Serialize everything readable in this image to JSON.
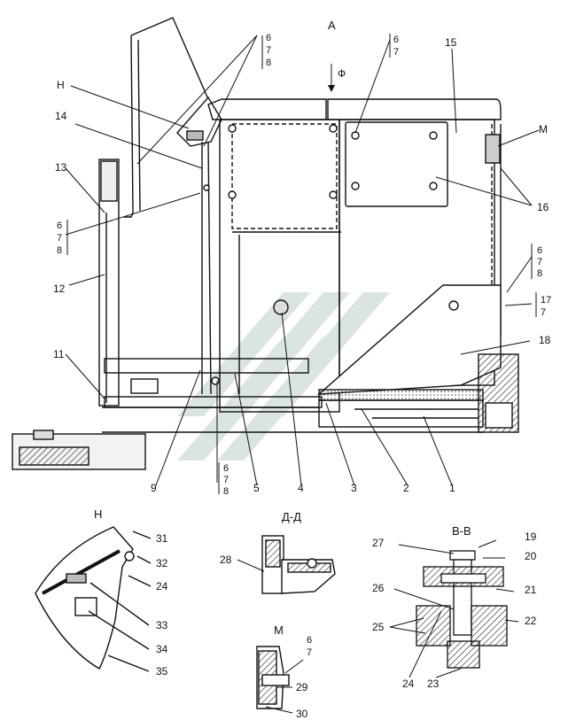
{
  "view_labels": {
    "main": "А",
    "detail_h": "Н",
    "section_dd": "Д-Д",
    "detail_m": "М",
    "section_bb": "В-В",
    "arrow": "Ф"
  },
  "fraction": {
    "a": "6",
    "b": "7",
    "c": "8"
  },
  "fraction17": {
    "top": "17",
    "bottom": "7"
  },
  "callouts": {
    "c1": "1",
    "c2": "2",
    "c3": "3",
    "c4": "4",
    "c5": "5",
    "c9": "9",
    "c11": "11",
    "c12": "12",
    "c13": "13",
    "c14": "14",
    "c15": "15",
    "c16": "16",
    "c18": "18",
    "cH": "Н",
    "cM": "М",
    "c19": "19",
    "c20": "20",
    "c21": "21",
    "c22": "22",
    "c23": "23",
    "c24b": "24",
    "c25": "25",
    "c26": "26",
    "c27": "27",
    "c28": "28",
    "c29": "29",
    "c30": "30",
    "c31": "31",
    "c32": "32",
    "c24h": "24",
    "c33": "33",
    "c34": "34",
    "c35": "35"
  },
  "colors": {
    "line": "#111111",
    "watermark": "#d9e5de",
    "hatch": "#333333",
    "fill_gray": "#bfbfbf"
  }
}
